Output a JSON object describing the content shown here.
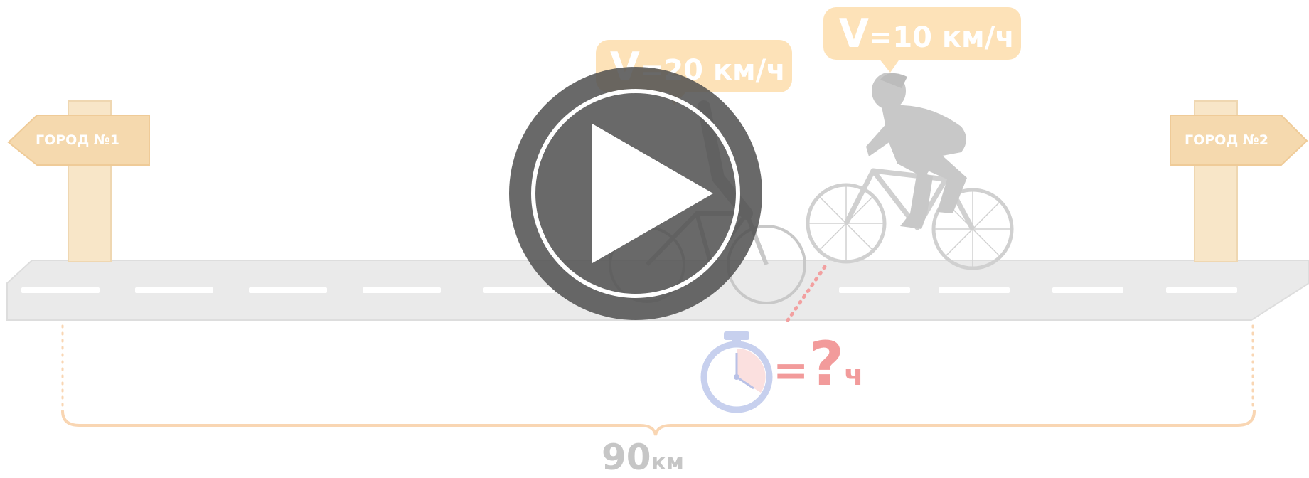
{
  "sign_left": {
    "label": "ГОРОД №1"
  },
  "sign_right": {
    "label": "ГОРОД №2"
  },
  "cyclist_1": {
    "speed_prefix": "V",
    "speed_value": "=20 км/ч"
  },
  "cyclist_2": {
    "speed_prefix": "V",
    "speed_value": "=10 км/ч"
  },
  "question": {
    "equals": "=",
    "mark": "?",
    "unit": "ч"
  },
  "distance": {
    "value": "90",
    "unit": "км"
  },
  "video": {
    "play_icon": "play-icon"
  },
  "colors": {
    "bubble": "#fde2b8",
    "road": "#eaeaea",
    "bracket": "#f9d6b3",
    "cyclist": "#c8c8c8",
    "question": "#f29b9b",
    "overlay": "#505050"
  }
}
